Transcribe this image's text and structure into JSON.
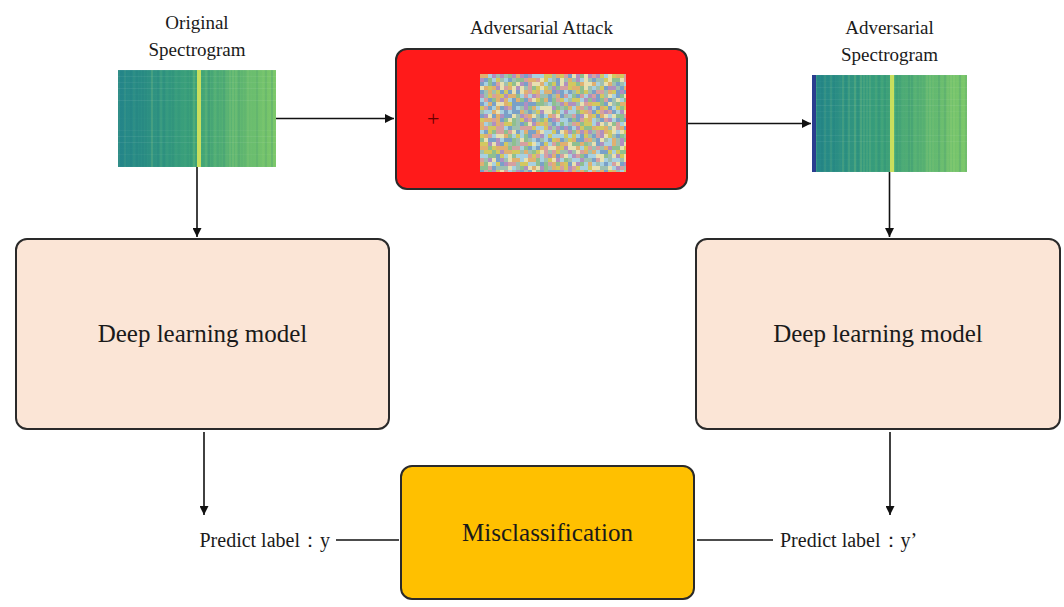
{
  "diagram": {
    "nodes": [
      {
        "text": [
          "Original Spectrogram"
        ]
      },
      {
        "text": [
          "Adversarial Attack",
          "+"
        ]
      },
      {
        "text": [
          "Adversarial Spectrogram"
        ]
      },
      {
        "text": [
          "Deep learning model"
        ]
      },
      {
        "text": [
          "Deep learning model"
        ]
      },
      {
        "text": [
          "Misclassification"
        ]
      }
    ],
    "edges": [
      {
        "from": 0,
        "to": 1,
        "arrow": "to"
      },
      {
        "from": 1,
        "to": 2,
        "arrow": "to"
      },
      {
        "from": 0,
        "to": 3,
        "arrow": "to"
      },
      {
        "from": 2,
        "to": 4,
        "arrow": "to"
      }
    ],
    "labels": [
      "Predict label：y",
      "Predict label：y’"
    ]
  }
}
